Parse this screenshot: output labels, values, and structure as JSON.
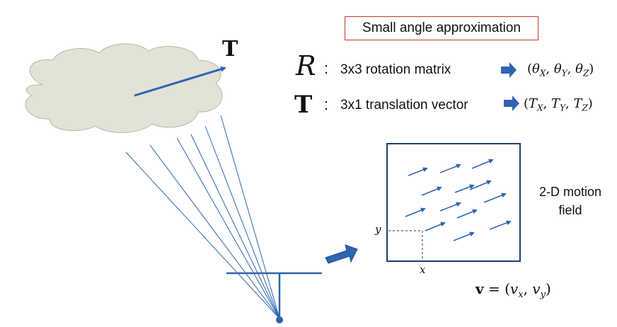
{
  "header": {
    "title": "Small angle approximation"
  },
  "rotation": {
    "symbol": "R",
    "colon": ":",
    "description": "3x3 rotation matrix",
    "params_open": "(",
    "p1": "θ",
    "p1_sub": "X",
    "sep1": ", ",
    "p2": "θ",
    "p2_sub": "Y",
    "sep2": ", ",
    "p3": "θ",
    "p3_sub": "Z",
    "params_close": ")"
  },
  "translation": {
    "symbol": "T",
    "colon": ":",
    "description": "3x1 translation vector",
    "params_open": "(",
    "p1": "T",
    "p1_sub": "X",
    "sep1": ", ",
    "p2": "T",
    "p2_sub": "Y",
    "sep2": ", ",
    "p3": "T",
    "p3_sub": "Z",
    "params_close": ")"
  },
  "scene": {
    "vector_label": "T"
  },
  "motion_field": {
    "label_line1": "2-D motion",
    "label_line2": "field",
    "y_label": "y",
    "x_label": "x"
  },
  "velocity": {
    "bold": "v",
    "eq": " = (",
    "vx": "v",
    "vx_sub": "x",
    "sep": ", ",
    "vy": "v",
    "vy_sub": "y",
    "close": ")"
  },
  "colors": {
    "blue": "#2e64b1",
    "cloud_fill": "#e3e2d6",
    "cloud_stroke": "#b8b7aa",
    "box_border": "#c0392b"
  }
}
